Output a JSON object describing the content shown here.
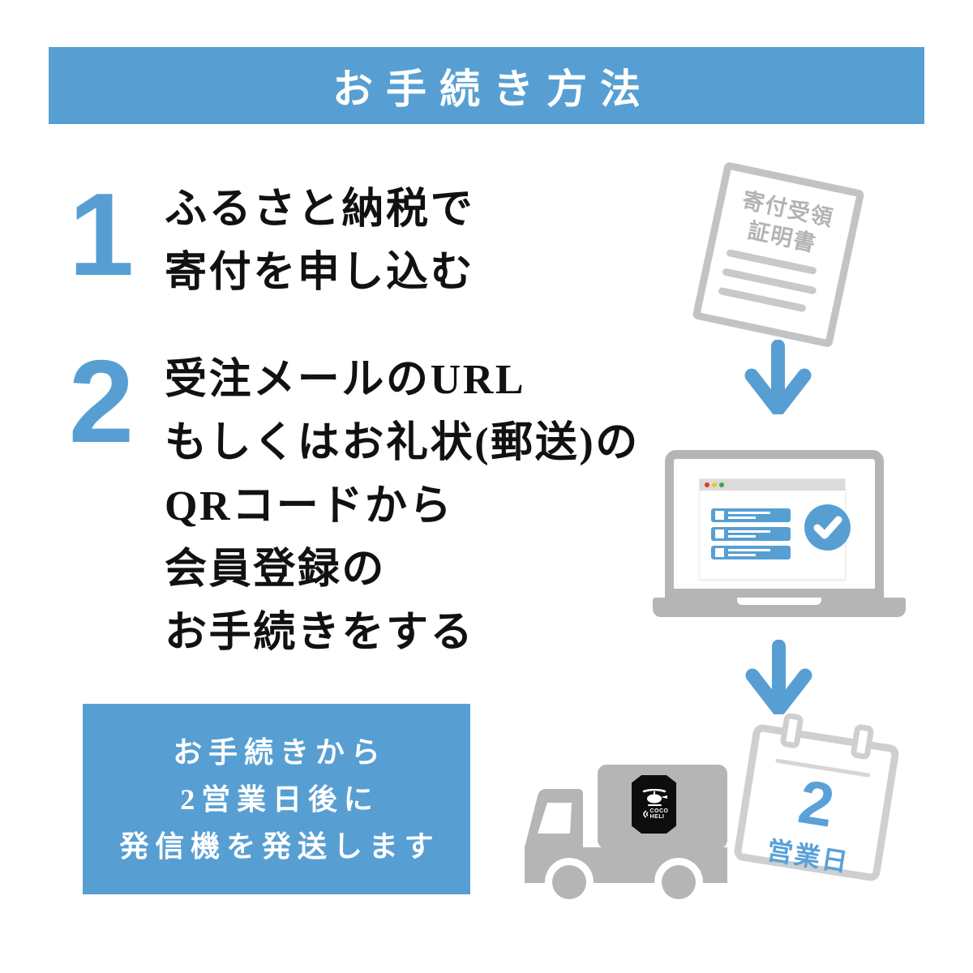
{
  "colors": {
    "accent_blue": "#579FD3",
    "calendar_blue": "#5AA1D8",
    "graphic_gray": "#B5B5B5",
    "light_gray": "#CFCFCF",
    "device_black": "#0d0d0d"
  },
  "header": {
    "title": "お手続き方法"
  },
  "steps": [
    {
      "number": "1",
      "lines": [
        "ふるさと納税で",
        "寄付を申し込む"
      ]
    },
    {
      "number": "2",
      "lines": [
        "受注メールのURL",
        "もしくはお礼状(郵送)の",
        "QRコードから",
        "会員登録の",
        "お手続きをする"
      ]
    }
  ],
  "note_box": {
    "lines": [
      "お手続きから",
      "2営業日後に",
      "発信機を発送します"
    ]
  },
  "flow_document": {
    "line1": "寄付受領",
    "line2": "証明書"
  },
  "device": {
    "brand_line1": "COCO",
    "brand_line2": "HELI"
  },
  "calendar": {
    "number": "2",
    "label": "営業日"
  }
}
